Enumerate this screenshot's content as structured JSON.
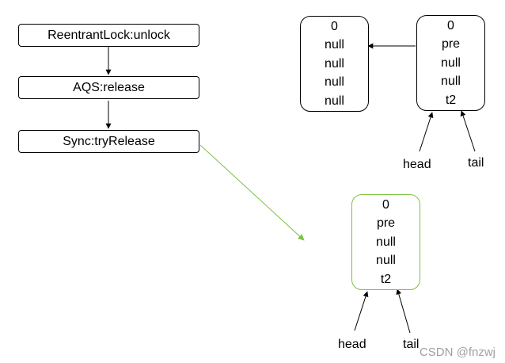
{
  "flow": {
    "step1": "ReentrantLock:unlock",
    "step2": "AQS:release",
    "step3": "Sync:tryRelease"
  },
  "top_nodes": {
    "left": [
      "0",
      "null",
      "null",
      "null",
      "null"
    ],
    "right": [
      "0",
      "pre",
      "null",
      "null",
      "t2"
    ]
  },
  "bottom_node": [
    "0",
    "pre",
    "null",
    "null",
    "t2"
  ],
  "labels": {
    "head": "head",
    "tail": "tail"
  },
  "watermark": "CSDN @fnzwj",
  "colors": {
    "green": "#7dc142",
    "black": "#000000"
  }
}
